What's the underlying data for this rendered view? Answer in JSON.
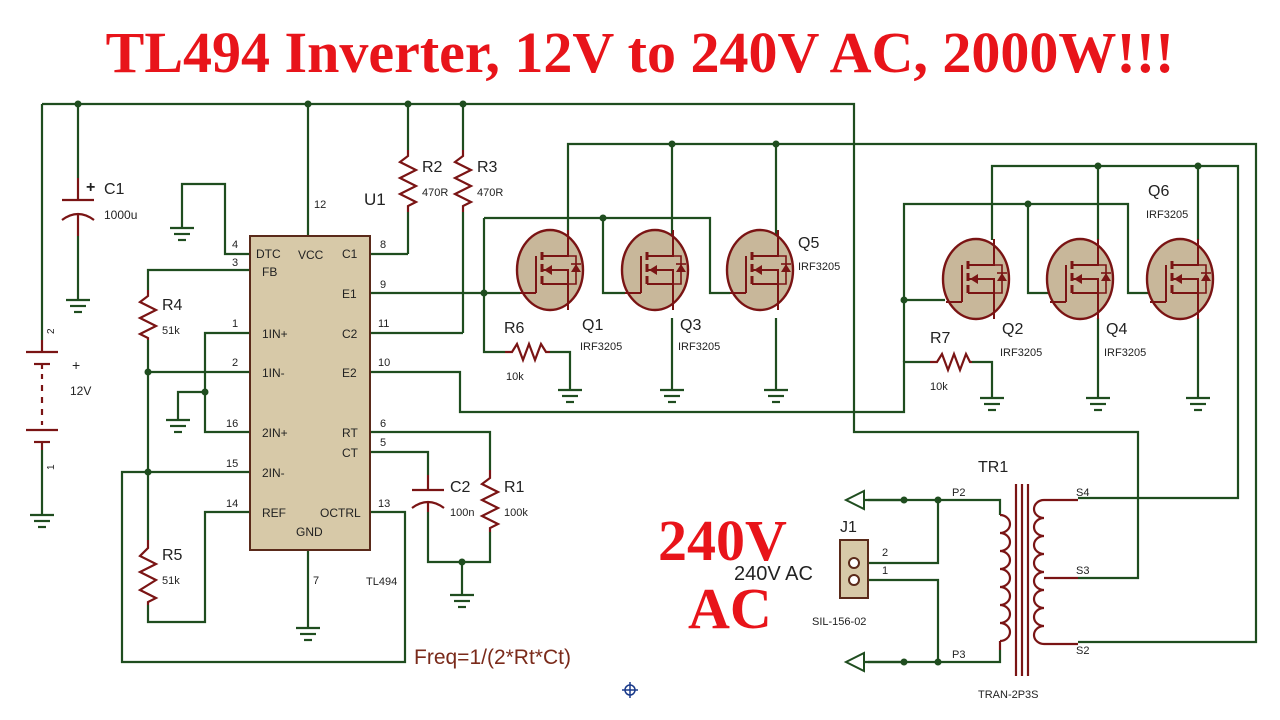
{
  "title": "TL494  Inverter, 12V to 240V AC,  2000W!!!",
  "ic": {
    "ref": "U1",
    "part": "TL494",
    "pins_left": [
      {
        "num": "4",
        "name": "DTC"
      },
      {
        "num": "3",
        "name": "FB"
      },
      {
        "num": "1",
        "name": "1IN+"
      },
      {
        "num": "2",
        "name": "1IN-"
      },
      {
        "num": "16",
        "name": "2IN+"
      },
      {
        "num": "15",
        "name": "2IN-"
      },
      {
        "num": "14",
        "name": "REF"
      }
    ],
    "pins_right": [
      {
        "num": "8",
        "name": "C1"
      },
      {
        "num": "9",
        "name": "E1"
      },
      {
        "num": "11",
        "name": "C2"
      },
      {
        "num": "10",
        "name": "E2"
      },
      {
        "num": "6",
        "name": "RT"
      },
      {
        "num": "5",
        "name": "CT"
      },
      {
        "num": "13",
        "name": "OCTRL"
      }
    ],
    "vcc": {
      "num": "12",
      "name": "VCC"
    },
    "gnd": {
      "num": "7",
      "name": "GND"
    }
  },
  "components": {
    "c1": {
      "ref": "C1",
      "value": "1000u",
      "plus": "+"
    },
    "c2": {
      "ref": "C2",
      "value": "100n"
    },
    "r1": {
      "ref": "R1",
      "value": "100k"
    },
    "r2": {
      "ref": "R2",
      "value": "470R"
    },
    "r3": {
      "ref": "R3",
      "value": "470R"
    },
    "r4": {
      "ref": "R4",
      "value": "51k"
    },
    "r5": {
      "ref": "R5",
      "value": "51k"
    },
    "r6": {
      "ref": "R6",
      "value": "10k"
    },
    "r7": {
      "ref": "R7",
      "value": "10k"
    },
    "battery": {
      "value": "12V",
      "plus": "+",
      "pin_top": "2",
      "pin_bottom": "1"
    },
    "q1": {
      "ref": "Q1",
      "part": "IRF3205"
    },
    "q2": {
      "ref": "Q2",
      "part": "IRF3205"
    },
    "q3": {
      "ref": "Q3",
      "part": "IRF3205"
    },
    "q4": {
      "ref": "Q4",
      "part": "IRF3205"
    },
    "q5": {
      "ref": "Q5",
      "part": "IRF3205"
    },
    "q6": {
      "ref": "Q6",
      "part": "IRF3205"
    },
    "tr1": {
      "ref": "TR1",
      "part": "TRAN-2P3S",
      "p2": "P2",
      "p3": "P3",
      "s4": "S4",
      "s3": "S3",
      "s2": "S2"
    },
    "j1": {
      "ref": "J1",
      "part": "SIL-156-02",
      "label": "240V AC",
      "pin2": "2",
      "pin1": "1"
    }
  },
  "overlay_text": "240V",
  "overlay_text2": "AC",
  "formula": "Freq=1/(2*Rt*Ct)",
  "colors": {
    "title": "#e8141a",
    "wire": "#1f4d1f",
    "component": "#7a1414",
    "ic_fill": "#d7c9a8",
    "mosfet_fill": "#c8b79a"
  }
}
